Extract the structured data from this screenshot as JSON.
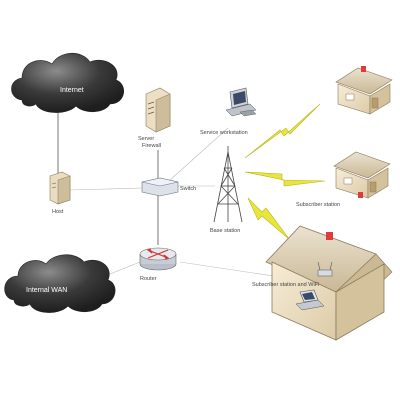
{
  "nodes": {
    "internet_cloud": {
      "label": "Internet"
    },
    "bottom_cloud": {
      "label": "Internal WAN"
    },
    "server": {
      "label": "Server",
      "sublabel": "Firewall"
    },
    "local_host": {
      "label": "Host"
    },
    "switch": {
      "label": "Switch"
    },
    "router": {
      "label": "Router"
    },
    "workstation": {
      "label": "Service workstation"
    },
    "tower": {
      "label": "Base station"
    },
    "house_top": {
      "label": ""
    },
    "house_mid": {
      "label": "Subscriber station"
    },
    "house_big": {
      "label": "Subscriber station and WiFi"
    }
  },
  "colors": {
    "cloud": "#3a3a3a",
    "house_wall": "#efe0c4",
    "house_roof": "#d8c8a8",
    "beacon": "#e03a3a",
    "lightning": "#e7e63a",
    "server": "#e9dcc1",
    "link": "#666666"
  }
}
